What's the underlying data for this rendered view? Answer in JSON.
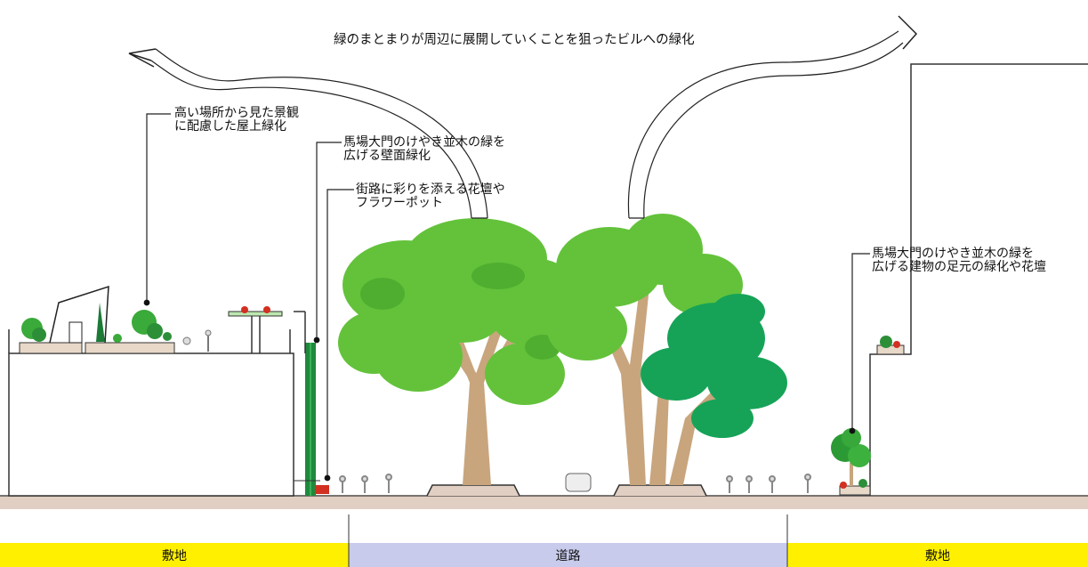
{
  "title": "緑のまとまりが周辺に展開していくことを狙ったビルへの緑化",
  "annotations": {
    "rooftop": [
      "高い場所から見た景観",
      "に配慮した屋上緑化"
    ],
    "wall": [
      "馬場大門のけやき並木の緑を",
      "広げる壁面緑化"
    ],
    "flowerbed": [
      "街路に彩りを添える花壇や",
      "フラワーポット"
    ],
    "building_base": [
      "馬場大門のけやき並木の緑を",
      "広げる建物の足元の緑化や花壇"
    ]
  },
  "zones": {
    "left": "敷地",
    "center": "道路",
    "right": "敷地"
  },
  "colors": {
    "site_band": "#fff000",
    "road_band": "#c8cbeb",
    "ground": "#e2cfc3",
    "trunk": "#c8a57d",
    "leaf_light": "#63c23a",
    "leaf_dark": "#16a358",
    "wall_green": "#1e8a3c",
    "flower_red": "#d23020"
  }
}
